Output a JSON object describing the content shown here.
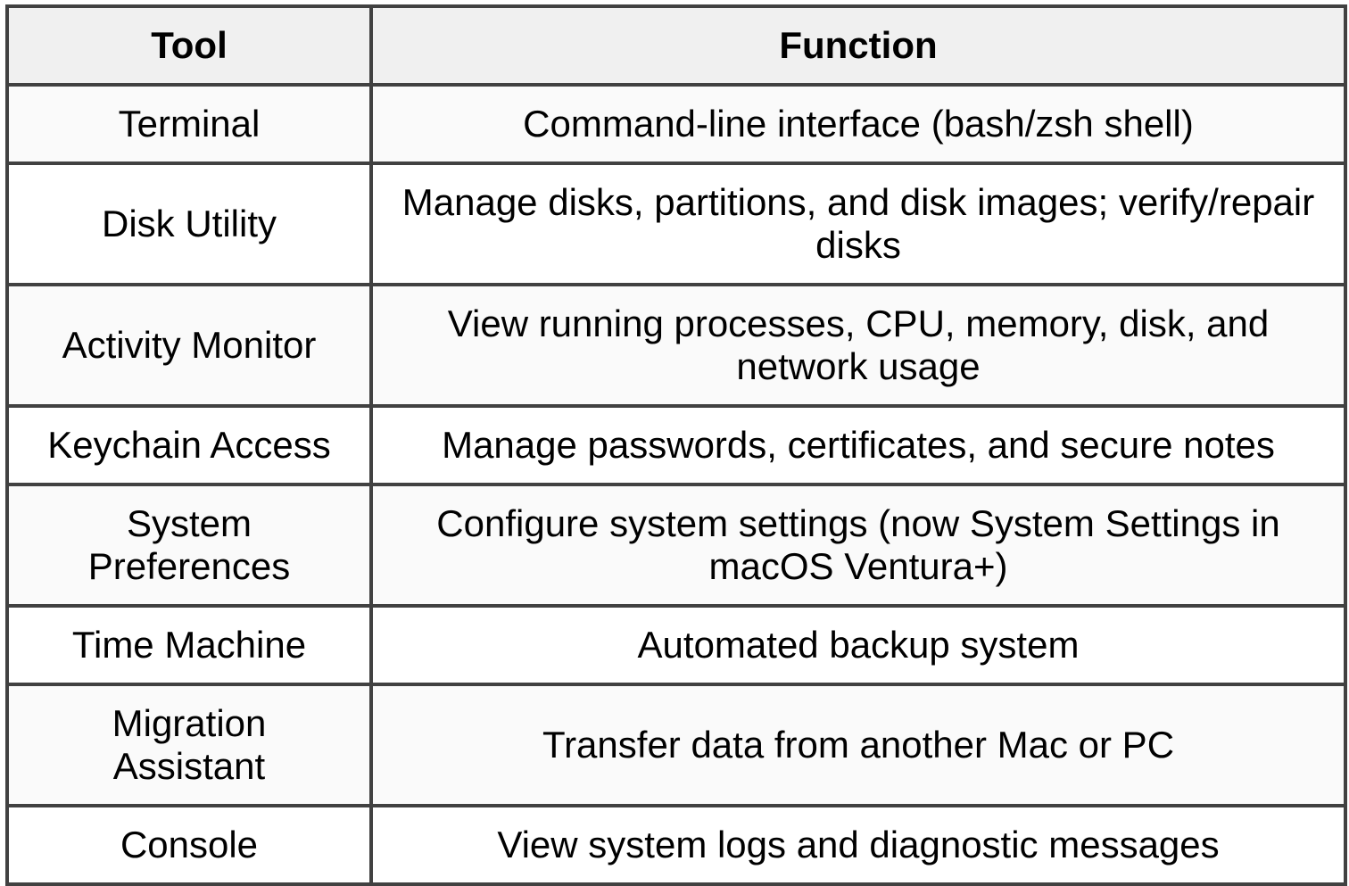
{
  "table": {
    "columns": [
      {
        "label": "Tool"
      },
      {
        "label": "Function"
      }
    ],
    "rows": [
      {
        "tool": "Terminal",
        "function": "Command-line interface (bash/zsh shell)"
      },
      {
        "tool": "Disk Utility",
        "function": "Manage disks, partitions, and disk images; verify/repair disks"
      },
      {
        "tool": "Activity Monitor",
        "function": "View running processes, CPU, memory, disk, and network usage"
      },
      {
        "tool": "Keychain Access",
        "function": "Manage passwords, certificates, and secure notes"
      },
      {
        "tool": "System Preferences",
        "function": "Configure system settings (now System Settings in macOS Ventura+)"
      },
      {
        "tool": "Time Machine",
        "function": "Automated backup system"
      },
      {
        "tool": "Migration Assistant",
        "function": "Transfer data from another Mac or PC"
      },
      {
        "tool": "Console",
        "function": "View system logs and diagnostic messages"
      }
    ],
    "colors": {
      "border": "#414141",
      "header_bg": "#f0f0f0",
      "row_stripe_bg": "#fafafa",
      "row_bg": "#ffffff",
      "text": "#000000"
    }
  }
}
